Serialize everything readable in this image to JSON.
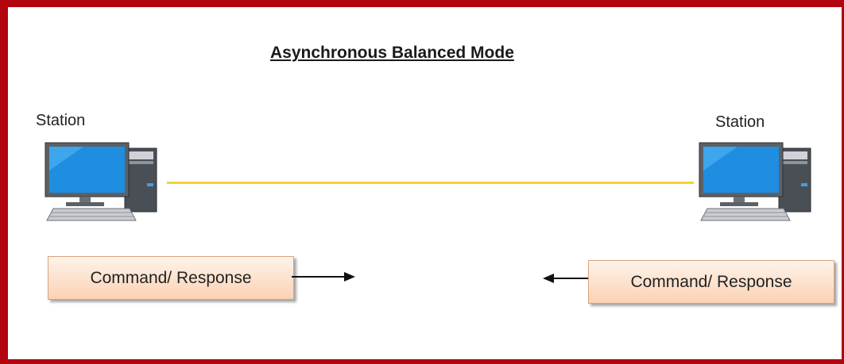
{
  "diagram": {
    "title": "Asynchronous Balanced Mode",
    "left_station": {
      "label": "Station",
      "message": "Command/ Response"
    },
    "right_station": {
      "label": "Station",
      "message": "Command/ Response"
    },
    "colors": {
      "frame": "#b3050f",
      "link": "#f2d33a",
      "box_fill": "#fbd2b5",
      "box_border": "#d9a27e"
    }
  }
}
